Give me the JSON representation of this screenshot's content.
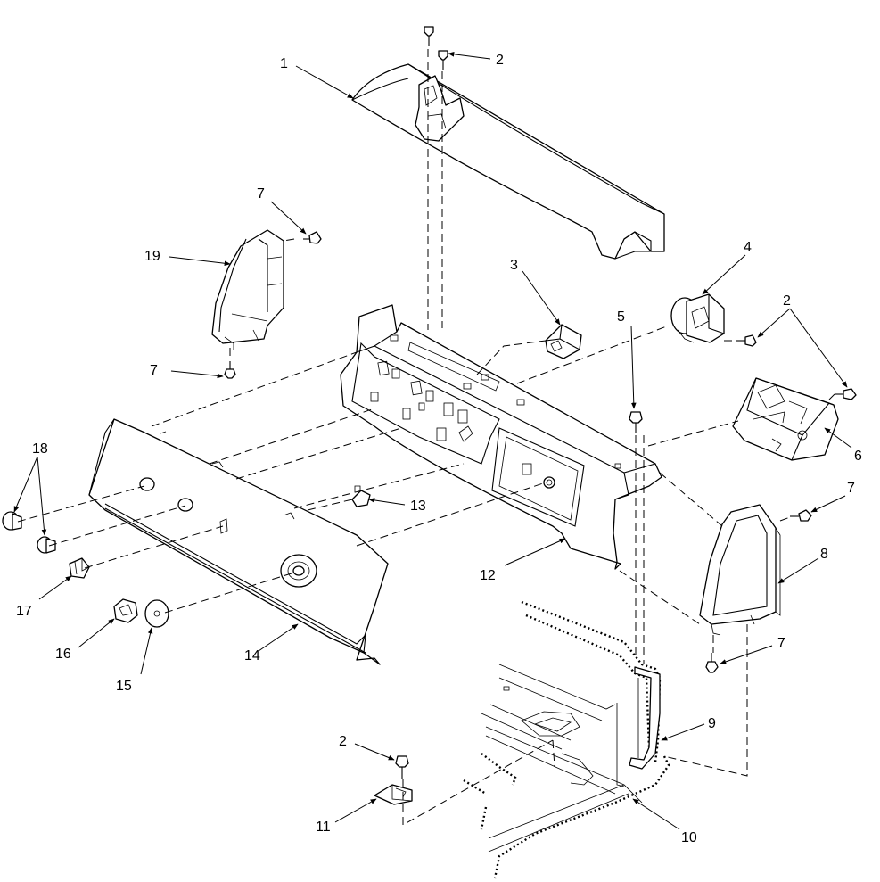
{
  "diagram": {
    "callouts": [
      {
        "id": "c1",
        "label": "1"
      },
      {
        "id": "c2a",
        "label": "2"
      },
      {
        "id": "c2b",
        "label": "2"
      },
      {
        "id": "c2c",
        "label": "2"
      },
      {
        "id": "c3",
        "label": "3"
      },
      {
        "id": "c4",
        "label": "4"
      },
      {
        "id": "c5",
        "label": "5"
      },
      {
        "id": "c6",
        "label": "6"
      },
      {
        "id": "c7a",
        "label": "7"
      },
      {
        "id": "c7b",
        "label": "7"
      },
      {
        "id": "c7c",
        "label": "7"
      },
      {
        "id": "c7d",
        "label": "7"
      },
      {
        "id": "c8",
        "label": "8"
      },
      {
        "id": "c9",
        "label": "9"
      },
      {
        "id": "c10",
        "label": "10"
      },
      {
        "id": "c11",
        "label": "11"
      },
      {
        "id": "c12",
        "label": "12"
      },
      {
        "id": "c13",
        "label": "13"
      },
      {
        "id": "c14",
        "label": "14"
      },
      {
        "id": "c15",
        "label": "15"
      },
      {
        "id": "c16",
        "label": "16"
      },
      {
        "id": "c17",
        "label": "17"
      },
      {
        "id": "c18",
        "label": "18"
      },
      {
        "id": "c19",
        "label": "19"
      }
    ]
  }
}
